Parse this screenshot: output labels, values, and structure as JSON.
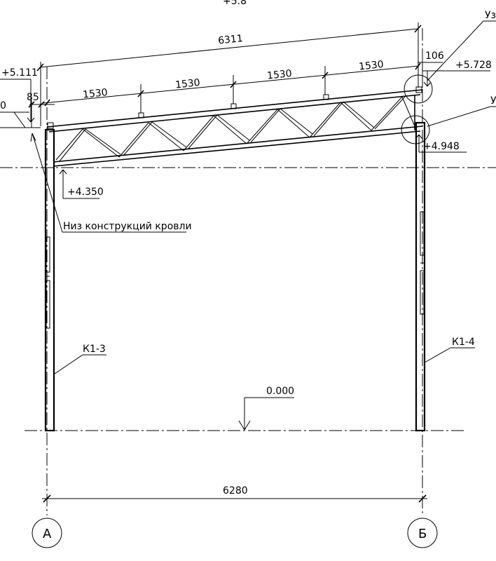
{
  "drawing": {
    "top_fragment": "+5.8",
    "dims": {
      "total_top": "6311",
      "panel_1": "1530",
      "panel_2": "1530",
      "panel_3": "1530",
      "panel_4": "1530",
      "offset_right": "106",
      "offset_left": "85",
      "span_bottom": "6280",
      "left_partial": "0"
    },
    "levels": {
      "left_top": "+5.111",
      "right_top": "+5.728",
      "right_bottom": "+4.948",
      "left_bottom": "+4.350",
      "ground": "0.000"
    },
    "notes": {
      "roof_bottom": "Низ конструкций кровли"
    },
    "nodes": {
      "node_upper": "Уз",
      "node_lower": "У"
    },
    "columns": {
      "left": "К1-3",
      "right": "К1-4"
    },
    "axes": {
      "left": "А",
      "right": "Б"
    }
  }
}
